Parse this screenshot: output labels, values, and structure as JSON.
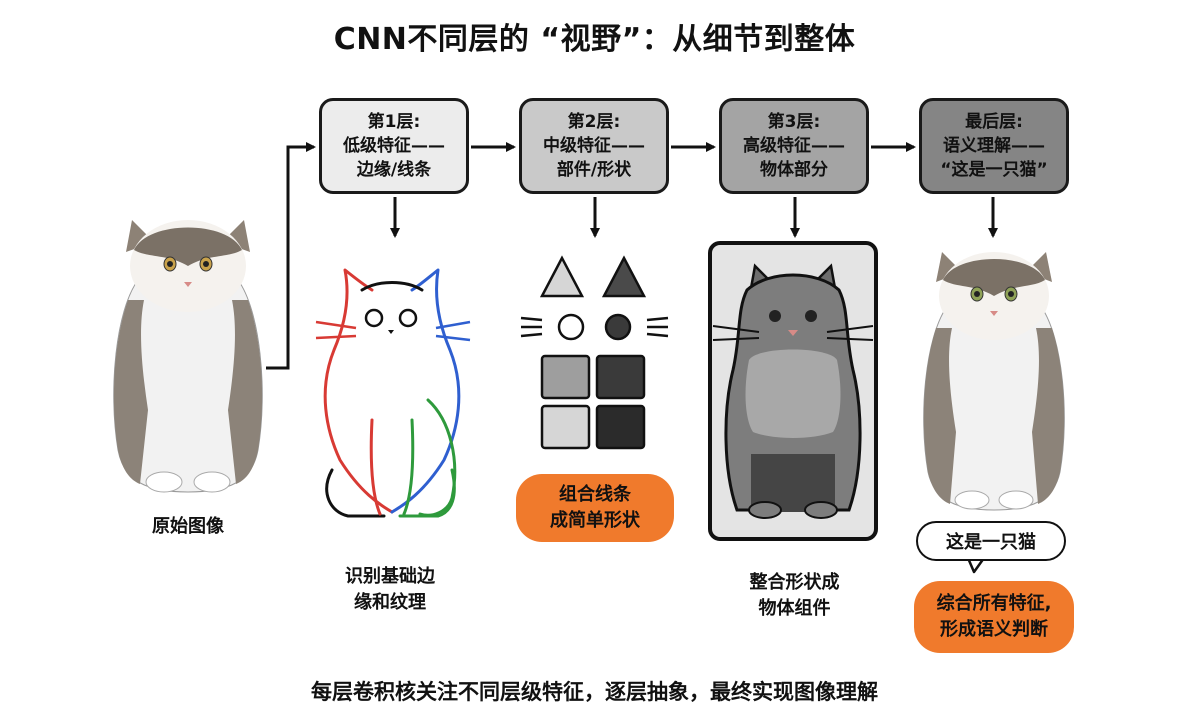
{
  "title": "CNN不同层的 “视野”：从细节到整体",
  "input": {
    "caption": "原始图像"
  },
  "stages": [
    {
      "heading": "第1层:",
      "line1": "低级特征——",
      "line2": "边缘/线条",
      "caption1": "识别基础边",
      "caption2": "缘和纹理",
      "fill": "#ececec"
    },
    {
      "heading": "第2层:",
      "line1": "中级特征——",
      "line2": "部件/形状",
      "pill1": "组合线条",
      "pill2": "成简单形状",
      "fill": "#c9c9c9"
    },
    {
      "heading": "第3层:",
      "line1": "高级特征——",
      "line2": "物体部分",
      "caption1": "整合形状成",
      "caption2": "物体组件",
      "fill": "#a4a4a4"
    },
    {
      "heading": "最后层:",
      "line1": "语义理解——",
      "line2": "“这是一只猫”",
      "bubble": "这是一只猫",
      "pill1": "综合所有特征,",
      "pill2": "形成语义判断",
      "fill": "#858585"
    }
  ],
  "footer": "每层卷积核关注不同层级特征，逐层抽象，最终实现图像理解",
  "colors": {
    "accent_orange": "#f07a2c",
    "edge_red": "#d83a34",
    "edge_blue": "#2f5fd0",
    "edge_green": "#2e9a3c"
  }
}
